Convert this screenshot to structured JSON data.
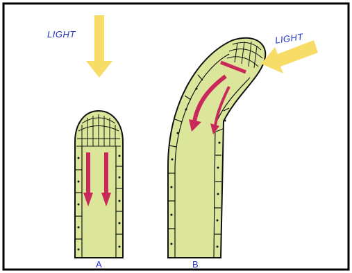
{
  "diagram": {
    "label_a": "A",
    "label_b": "B",
    "light_a": "LIGHT",
    "light_b": "LIGHT"
  },
  "colors": {
    "tissue": "#dce69a",
    "outline": "#111111",
    "growth_arrow": "#c8285a",
    "light_arrow": "#f7dc68",
    "label_text": "#2233c8"
  },
  "icons": {
    "light_a": "arrow-down-icon",
    "light_b": "arrow-diagonal-icon"
  }
}
